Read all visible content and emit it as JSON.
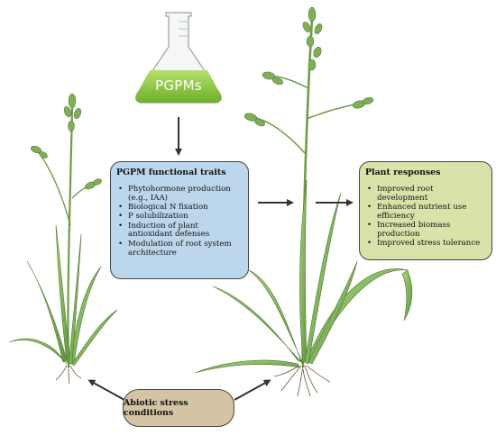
{
  "flask": {
    "label": "PGPMs"
  },
  "traits_box": {
    "title": "PGPM functional traits",
    "items": [
      "Phytohormone production (e.g., IAA)",
      "Biological N fixation",
      "P solubilization",
      "Induction of plant antioxidant defenses",
      "Modulation of root system architecture"
    ]
  },
  "responses_box": {
    "title": "Plant responses",
    "items": [
      "Improved root development",
      "Enhanced nutrient use efficiency",
      "Increased biomass production",
      "Improved stress tolerance"
    ]
  },
  "stress_box": {
    "label": "Abiotic stress conditions"
  },
  "colors": {
    "traits_fill": "#bcd7ec",
    "responses_fill": "#d7e3a9",
    "stress_fill": "#d4c4a4",
    "liquid": "#8bc53f",
    "plant_green": "#86b85a",
    "plant_dark": "#4f7a35"
  }
}
